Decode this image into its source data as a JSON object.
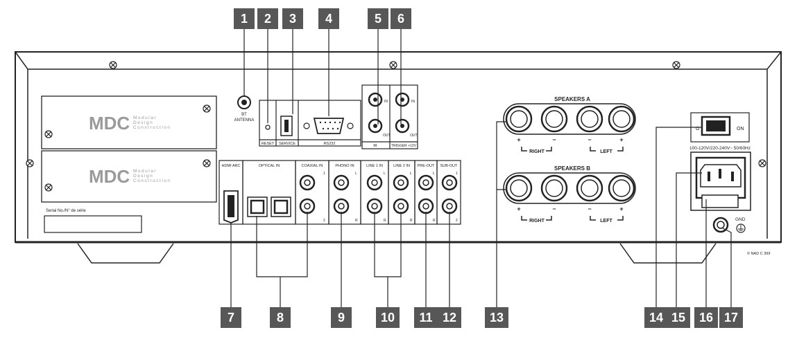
{
  "callouts": {
    "c1": "1",
    "c2": "2",
    "c3": "3",
    "c4": "4",
    "c5": "5",
    "c6": "6",
    "c7": "7",
    "c8": "8",
    "c9": "9",
    "c10": "10",
    "c11": "11",
    "c12": "12",
    "c13": "13",
    "c14": "14",
    "c15": "15",
    "c16": "16",
    "c17": "17"
  },
  "module": {
    "logo": "MDC",
    "line1": "Modular",
    "line2": "Design",
    "line3": "Construction"
  },
  "labels": {
    "bt_antenna_1": "BT",
    "bt_antenna_2": "ANTENNA",
    "reset": "RESET",
    "service": "SERVICE",
    "rs232": "RS232",
    "ir_in": "IN",
    "ir_out": "OUT",
    "ir": "IR",
    "trigger_in": "IN",
    "trigger_out": "OUT",
    "trigger": "TRIGGER +12V",
    "hdmi_arc": "HDMI ARC",
    "optical_in": "OPTICAL IN",
    "coaxial_in": "COAXIAL IN",
    "phono_in": "PHONO IN",
    "line1_in": "LINE 1 IN",
    "line2_in": "LINE 2 IN",
    "pre_out": "PRE-OUT",
    "sub_out": "SUB-OUT",
    "ch1": "1",
    "ch2": "2",
    "L": "L",
    "R": "R",
    "speakers_a": "SPEAKERS A",
    "speakers_b": "SPEAKERS B",
    "right": "RIGHT",
    "left": "LEFT",
    "plus": "+",
    "minus": "−",
    "power_off": "O",
    "power_on": "ON",
    "voltage": "100-120V/220-240V~ 50/60Hz",
    "gnd": "GND",
    "serial": "Serial No./N° de série",
    "model": "© NAD  C 399"
  }
}
